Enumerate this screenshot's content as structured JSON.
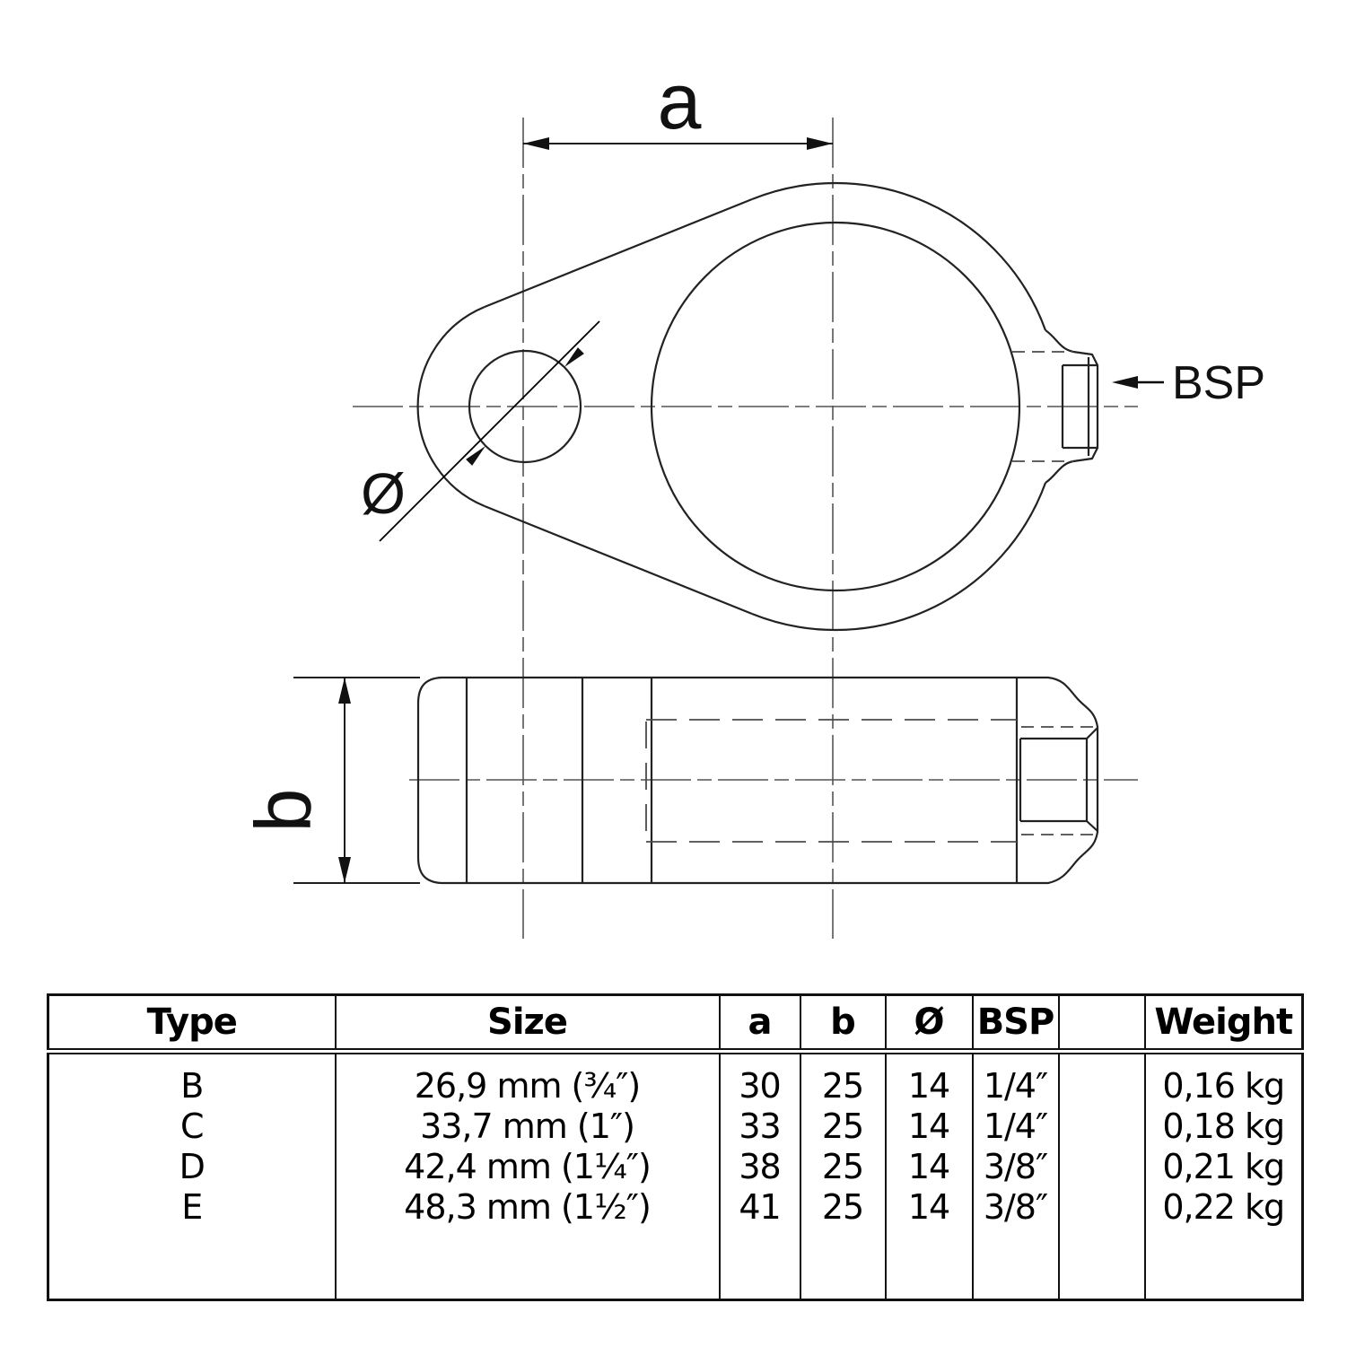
{
  "drawing": {
    "dimension_a_label": "a",
    "dimension_b_label": "b",
    "diameter_label": "Ø",
    "bsp_label": "BSP"
  },
  "table": {
    "headers": {
      "type": "Type",
      "size": "Size",
      "a": "a",
      "b": "b",
      "diameter": "Ø",
      "bsp": "BSP",
      "spacer": "",
      "weight": "Weight"
    },
    "rows": [
      {
        "type": "B",
        "size": "26,9 mm (¾″)",
        "a": "30",
        "b": "25",
        "diameter": "14",
        "bsp": "1/4″",
        "weight": "0,16 kg"
      },
      {
        "type": "C",
        "size": "33,7 mm (1″)",
        "a": "33",
        "b": "25",
        "diameter": "14",
        "bsp": "1/4″",
        "weight": "0,18 kg"
      },
      {
        "type": "D",
        "size": "42,4 mm (1¼″)",
        "a": "38",
        "b": "25",
        "diameter": "14",
        "bsp": "3/8″",
        "weight": "0,21 kg"
      },
      {
        "type": "E",
        "size": "48,3 mm (1½″)",
        "a": "41",
        "b": "25",
        "diameter": "14",
        "bsp": "3/8″",
        "weight": "0,22 kg"
      }
    ]
  },
  "colors": {
    "background": "#ffffff",
    "object_line": "#222222",
    "hidden_line": "#4a4a4a",
    "center_line": "#545454",
    "dimension": "#000000"
  }
}
